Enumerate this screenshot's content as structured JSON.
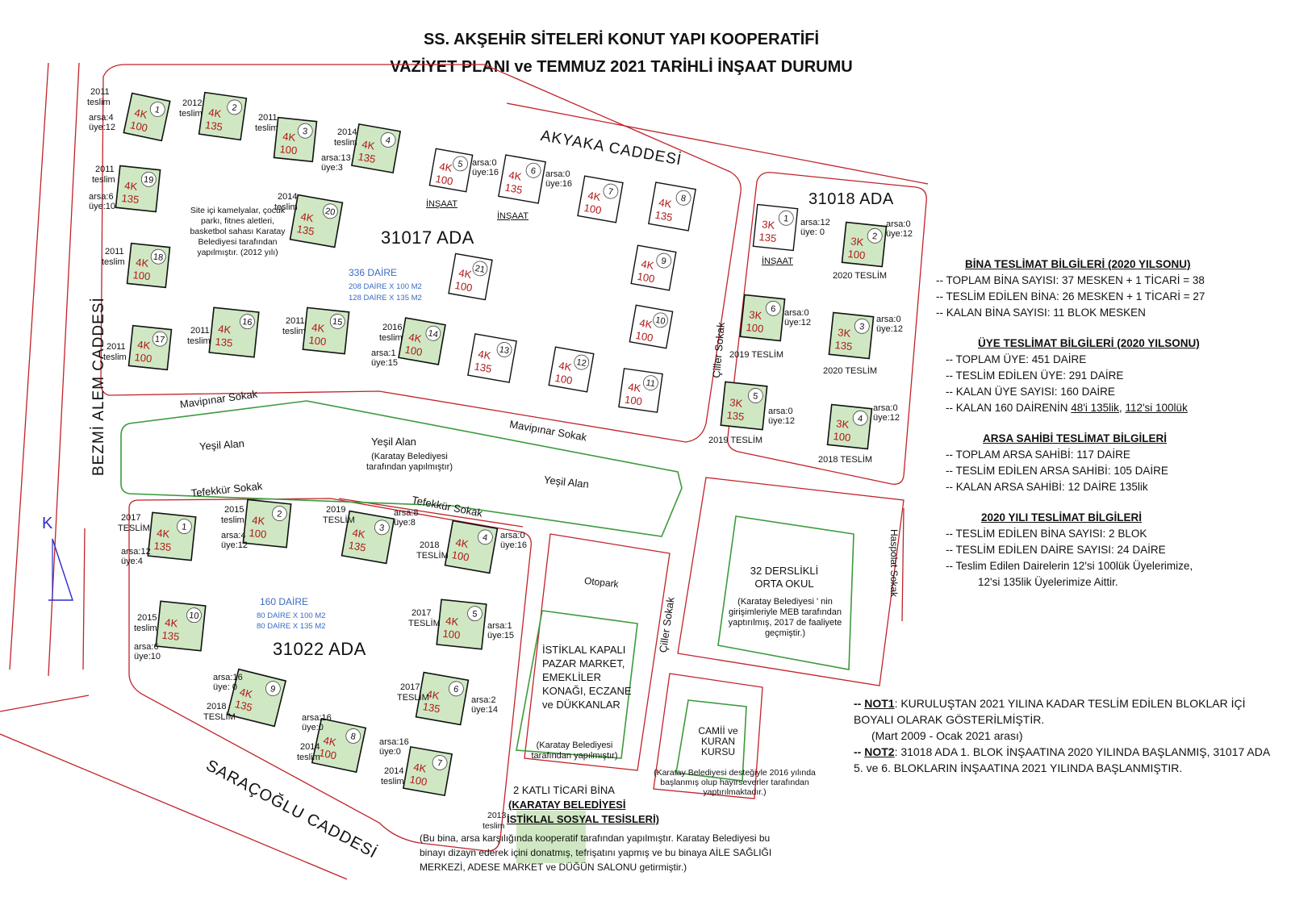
{
  "title": {
    "line1": "SS. AKŞEHİR SİTELERİ KONUT YAPI KOOPERATİFİ",
    "line2": "VAZİYET PLANI  ve TEMMUZ 2021 TARİHLİ İNŞAAT DURUMU"
  },
  "colors": {
    "road": "#c0232a",
    "green_area": "#3c9a3c",
    "delivered_fill": "#cfe8c3",
    "label_red": "#b01818"
  },
  "streets": {
    "akyaka": "AKYAKA CADDESİ",
    "bezmi": "BEZMİ ALEM CADDESİ",
    "saracoglu": "SARAÇOĞLU CADDESİ",
    "mavipinar_left": "Mavipınar Sokak",
    "mavipinar_right": "Mavipınar Sokak",
    "tefekkur_left": "Tefekkür Sokak",
    "tefekkur_right": "Tefekkür Sokak",
    "ciller_upper": "Çiller Sokak",
    "ciller_lower": "Çiller Sokak",
    "haspolat": "Haspolat Sokak"
  },
  "compass": {
    "letter": "K"
  },
  "ada_31017": {
    "name": "31017 ADA",
    "count": "336 DAİRE",
    "line1": "208 DAİRE X 100 M2",
    "line2": "128 DAİRE X 135 M2",
    "site_note": "Site içi kamelyalar, çocuk parkı, fitnes aletleri, basketbol sahası Karatay Belediyesi tarafından yapılmıştır. (2012 yılı)"
  },
  "ada_31018": {
    "name": "31018 ADA"
  },
  "ada_31022": {
    "name": "31022 ADA",
    "count": "160 DAİRE",
    "line1": "80 DAİRE X 100 M2",
    "line2": "80 DAİRE X 135 M2"
  },
  "green_areas": {
    "g1": "Yeşil Alan",
    "g2": "Yeşil Alan",
    "g2_note": "(Karatay Belediyesi tarafından yapılmıştır)",
    "g3": "Yeşil Alan"
  },
  "facilities": {
    "otopark": "Otopark",
    "market": "İSTİKLAL KAPALI PAZAR MARKET, EMEKLİLER KONAĞI, ECZANE ve DÜKKANLAR",
    "market_note": "(Karatay Belediyesi tarafından yapılmıştır)",
    "school_title": "32 DERSLİKLİ ORTA OKUL",
    "school_note": "(Karatay Belediyesi ' nin girişimleriyle MEB tarafından yaptırılmış, 2017 de faaliyete geçmiştir.)",
    "mosque_title": "CAMİİ ve KURAN KURSU",
    "mosque_note": "(Karatay Belediyesi desteğiyle 2016 yılında başlanmış olup hayırseverler tarafından yaptırılmaktadır.)",
    "ticari_title": "2 KATLI TİCARİ BİNA",
    "ticari_sub1": "(KARATAY BELEDİYESİ",
    "ticari_sub2": "İSTİKLAL SOSYAL TESİSLERİ)",
    "ticari_year": "2013",
    "ticari_status": "teslim",
    "ticari_note1": "(Bu bina, arsa karşılığında kooperatif tarafından yapılmıştır. Karatay Belediyesi bu",
    "ticari_note2": "binayı dizayn ederek içini donatmış, tefrişatını yapmış ve bu binaya AİLE SAĞLIĞI",
    "ticari_note3": "MERKEZİ, ADESE MARKET ve DÜĞÜN SALONU getirmiştir.)"
  },
  "blocks": [
    {
      "id": "a17-1",
      "no": "1",
      "type": "4K",
      "size": "100",
      "delivered": true,
      "year": "2011",
      "status": "teslim",
      "arsa": "arsa:4",
      "uye": "üye:12"
    },
    {
      "id": "a17-2",
      "no": "2",
      "type": "4K",
      "size": "135",
      "delivered": true,
      "year": "2012",
      "status": "teslim",
      "arsa": "",
      "uye": ""
    },
    {
      "id": "a17-3",
      "no": "3",
      "type": "4K",
      "size": "100",
      "delivered": true,
      "year": "2011",
      "status": "teslim",
      "arsa": "",
      "uye": ""
    },
    {
      "id": "a17-4",
      "no": "4",
      "type": "4K",
      "size": "135",
      "delivered": true,
      "year": "2014",
      "status": "teslim",
      "arsa": "arsa:13",
      "uye": "üye:3"
    },
    {
      "id": "a17-5",
      "no": "5",
      "type": "4K",
      "size": "100",
      "delivered": false,
      "year": "",
      "status": "İNŞAAT",
      "arsa": "arsa:0",
      "uye": "üye:16"
    },
    {
      "id": "a17-6",
      "no": "6",
      "type": "4K",
      "size": "135",
      "delivered": false,
      "year": "",
      "status": "İNŞAAT",
      "arsa": "arsa:0",
      "uye": "üye:16"
    },
    {
      "id": "a17-7",
      "no": "7",
      "type": "4K",
      "size": "100",
      "delivered": false,
      "year": "",
      "status": "",
      "arsa": "",
      "uye": ""
    },
    {
      "id": "a17-8",
      "no": "8",
      "type": "4K",
      "size": "135",
      "delivered": false,
      "year": "",
      "status": "",
      "arsa": "",
      "uye": ""
    },
    {
      "id": "a17-9",
      "no": "9",
      "type": "4K",
      "size": "100",
      "delivered": false,
      "year": "",
      "status": "",
      "arsa": "",
      "uye": ""
    },
    {
      "id": "a17-10",
      "no": "10",
      "type": "4K",
      "size": "100",
      "delivered": false,
      "year": "",
      "status": "",
      "arsa": "",
      "uye": ""
    },
    {
      "id": "a17-11",
      "no": "11",
      "type": "4K",
      "size": "100",
      "delivered": false,
      "year": "",
      "status": "",
      "arsa": "",
      "uye": ""
    },
    {
      "id": "a17-12",
      "no": "12",
      "type": "4K",
      "size": "100",
      "delivered": false,
      "year": "",
      "status": "",
      "arsa": "",
      "uye": ""
    },
    {
      "id": "a17-13",
      "no": "13",
      "type": "4K",
      "size": "135",
      "delivered": false,
      "year": "",
      "status": "",
      "arsa": "",
      "uye": ""
    },
    {
      "id": "a17-14",
      "no": "14",
      "type": "4K",
      "size": "100",
      "delivered": true,
      "year": "2016",
      "status": "teslim",
      "arsa": "arsa:1",
      "uye": "üye:15"
    },
    {
      "id": "a17-15",
      "no": "15",
      "type": "4K",
      "size": "100",
      "delivered": true,
      "year": "2011",
      "status": "teslim",
      "arsa": "",
      "uye": ""
    },
    {
      "id": "a17-16",
      "no": "16",
      "type": "4K",
      "size": "135",
      "delivered": true,
      "year": "2011",
      "status": "teslim",
      "arsa": "",
      "uye": ""
    },
    {
      "id": "a17-17",
      "no": "17",
      "type": "4K",
      "size": "100",
      "delivered": true,
      "year": "2011",
      "status": "teslim",
      "arsa": "",
      "uye": ""
    },
    {
      "id": "a17-18",
      "no": "18",
      "type": "4K",
      "size": "100",
      "delivered": true,
      "year": "2011",
      "status": "teslim",
      "arsa": "",
      "uye": ""
    },
    {
      "id": "a17-19",
      "no": "19",
      "type": "4K",
      "size": "135",
      "delivered": true,
      "year": "2011",
      "status": "teslim",
      "arsa": "arsa:6",
      "uye": "üye:10"
    },
    {
      "id": "a17-20",
      "no": "20",
      "type": "4K",
      "size": "135",
      "delivered": true,
      "year": "2014",
      "status": "teslim",
      "arsa": "",
      "uye": ""
    },
    {
      "id": "a17-21",
      "no": "21",
      "type": "4K",
      "size": "100",
      "delivered": false,
      "year": "",
      "status": "",
      "arsa": "",
      "uye": ""
    },
    {
      "id": "a18-1",
      "no": "1",
      "type": "3K",
      "size": "135",
      "delivered": false,
      "year": "",
      "status": "İNŞAAT",
      "arsa": "arsa:12",
      "uye": "üye: 0"
    },
    {
      "id": "a18-2",
      "no": "2",
      "type": "3K",
      "size": "100",
      "delivered": true,
      "year": "",
      "status": "2020 TESLİM",
      "arsa": "arsa:0",
      "uye": "üye:12"
    },
    {
      "id": "a18-3",
      "no": "3",
      "type": "3K",
      "size": "135",
      "delivered": true,
      "year": "",
      "status": "2020 TESLİM",
      "arsa": "arsa:0",
      "uye": "üye:12"
    },
    {
      "id": "a18-4",
      "no": "4",
      "type": "3K",
      "size": "100",
      "delivered": true,
      "year": "",
      "status": "2018 TESLİM",
      "arsa": "arsa:0",
      "uye": "üye:12"
    },
    {
      "id": "a18-5",
      "no": "5",
      "type": "3K",
      "size": "135",
      "delivered": true,
      "year": "",
      "status": "2019 TESLİM",
      "arsa": "arsa:0",
      "uye": "üye:12"
    },
    {
      "id": "a18-6",
      "no": "6",
      "type": "3K",
      "size": "100",
      "delivered": true,
      "year": "",
      "status": "2019 TESLİM",
      "arsa": "arsa:0",
      "uye": "üye:12"
    },
    {
      "id": "a22-1",
      "no": "1",
      "type": "4K",
      "size": "135",
      "delivered": true,
      "year": "2017",
      "status": "TESLİM",
      "arsa": "arsa:12",
      "uye": "üye:4"
    },
    {
      "id": "a22-2",
      "no": "2",
      "type": "4K",
      "size": "100",
      "delivered": true,
      "year": "2015",
      "status": "teslim",
      "arsa": "arsa:4",
      "uye": "üye:12"
    },
    {
      "id": "a22-3",
      "no": "3",
      "type": "4K",
      "size": "135",
      "delivered": true,
      "year": "2019",
      "status": "TESLİM",
      "arsa": "arsa:8",
      "uye": "üye:8"
    },
    {
      "id": "a22-4",
      "no": "4",
      "type": "4K",
      "size": "100",
      "delivered": true,
      "year": "2018",
      "status": "TESLİM",
      "arsa": "arsa:0",
      "uye": "üye:16"
    },
    {
      "id": "a22-5",
      "no": "5",
      "type": "4K",
      "size": "100",
      "delivered": true,
      "year": "2017",
      "status": "TESLİM",
      "arsa": "arsa:1",
      "uye": "üye:15"
    },
    {
      "id": "a22-6",
      "no": "6",
      "type": "4K",
      "size": "135",
      "delivered": true,
      "year": "2017",
      "status": "TESLİM",
      "arsa": "arsa:2",
      "uye": "üye:14"
    },
    {
      "id": "a22-7",
      "no": "7",
      "type": "4K",
      "size": "100",
      "delivered": true,
      "year": "2014",
      "status": "teslim",
      "arsa": "arsa:16",
      "uye": "üye:0"
    },
    {
      "id": "a22-8",
      "no": "8",
      "type": "4K",
      "size": "100",
      "delivered": true,
      "year": "2014",
      "status": "teslim",
      "arsa": "arsa:16",
      "uye": "üye:0"
    },
    {
      "id": "a22-9",
      "no": "9",
      "type": "4K",
      "size": "135",
      "delivered": true,
      "year": "2018",
      "status": "TESLİM",
      "arsa": "arsa:16",
      "uye": "üye: 0"
    },
    {
      "id": "a22-10",
      "no": "10",
      "type": "4K",
      "size": "135",
      "delivered": true,
      "year": "2015",
      "status": "teslim",
      "arsa": "arsa:6",
      "uye": "üye:10"
    }
  ],
  "info": {
    "bina": {
      "heading": "BİNA TESLİMAT BİLGİLERİ (2020 YILSONU)",
      "r1": "--   TOPLAM BİNA SAYISI: 37 MESKEN + 1 TİCARİ = 38",
      "r2": "--   TESLİM EDİLEN BİNA: 26 MESKEN + 1 TİCARİ = 27",
      "r3": "--   KALAN BİNA SAYISI: 11 BLOK MESKEN"
    },
    "uye": {
      "heading": "ÜYE TESLİMAT BİLGİLERİ (2020 YILSONU)",
      "r1": "--   TOPLAM ÜYE: 451 DAİRE",
      "r2": "--   TESLİM EDİLEN ÜYE: 291 DAİRE",
      "r3": "--   KALAN ÜYE SAYISI: 160 DAİRE",
      "r4a": "--   KALAN 160 DAİRENİN ",
      "r4b": "48'i 135lik",
      "r4c": ", ",
      "r4d": "112'si 100lük"
    },
    "arsa": {
      "heading": "ARSA SAHİBİ TESLİMAT BİLGİLERİ",
      "r1": "--   TOPLAM ARSA SAHİBİ: 117 DAİRE",
      "r2": "--   TESLİM EDİLEN ARSA SAHİBİ: 105 DAİRE",
      "r3": "--   KALAN ARSA SAHİBİ: 12 DAİRE 135lik"
    },
    "y2020": {
      "heading": "2020 YILI TESLİMAT BİLGİLERİ",
      "r1": "--   TESLİM EDİLEN BİNA SAYISI: 2 BLOK",
      "r2": "--   TESLİM EDİLEN DAİRE SAYISI: 24 DAİRE",
      "r3": "--   Teslim Edilen Dairelerin 12'si 100lük Üyelerimize,",
      "r4": "12'si 135lik Üyelerimize Aittir."
    }
  },
  "notes": {
    "n1_dash": "-- ",
    "n1_label": "NOT1",
    "n1_text": ":  KURULUŞTAN 2021 YILINA KADAR TESLİM EDİLEN BLOKLAR İÇİ BOYALI OLARAK GÖSTERİLMİŞTİR.",
    "n1_range": "(Mart 2009 - Ocak 2021 arası)",
    "n2_dash": "-- ",
    "n2_label": "NOT2",
    "n2_text": ":  31018 ADA 1. BLOK İNŞAATINA 2020 YILINDA BAŞLANMIŞ, 31017 ADA 5. ve 6. BLOKLARIN İNŞAATINA 2021 YILINDA BAŞLANMIŞTIR."
  }
}
